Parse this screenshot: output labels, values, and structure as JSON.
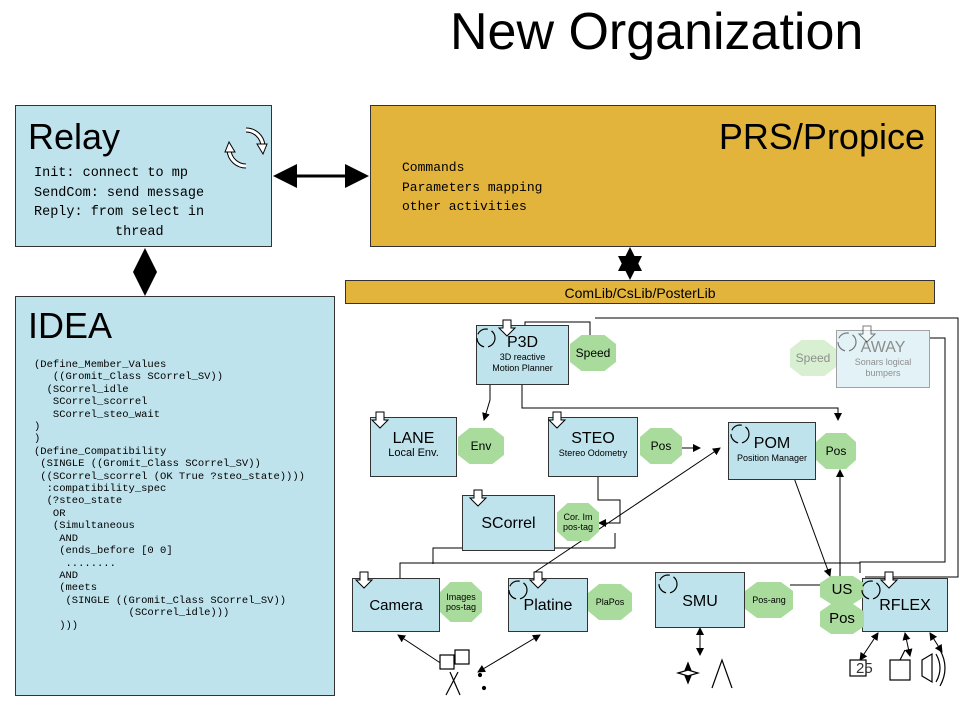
{
  "slide": {
    "title": "New Organization",
    "page_number": "25"
  },
  "relay": {
    "title": "Relay",
    "code": "Init: connect to mp\nSendCom: send message\nReply: from select in\n          thread"
  },
  "prs": {
    "title": "PRS/Propice",
    "code": "Commands\nParameters mapping\nother activities"
  },
  "comlib": {
    "label": "ComLib/CsLib/PosterLib"
  },
  "idea": {
    "title": "IDEA",
    "code": "(Define_Member_Values\n   ((Gromit_Class SCorrel_SV))\n  (SCorrel_idle\n   SCorrel_scorrel\n   SCorrel_steo_wait\n)\n)\n(Define_Compatibility\n (SINGLE ((Gromit_Class SCorrel_SV))\n ((SCorrel_scorrel (OK True ?steo_state))))\n  :compatibility_spec\n  (?steo_state\n   OR\n   (Simultaneous\n    AND\n    (ends_before [0 0]\n     ........\n    AND\n    (meets\n     (SINGLE ((Gromit_Class SCorrel_SV))\n               (SCorrel_idle)))\n    )))"
  },
  "modules": {
    "p3d": {
      "name": "P3D",
      "sub": "3D reactive Motion Planner"
    },
    "away": {
      "name": "AWAY",
      "sub": "Sonars logical bumpers"
    },
    "lane": {
      "name": "LANE",
      "sub": "Local Env."
    },
    "steo": {
      "name": "STEO",
      "sub": "Stereo Odometry"
    },
    "pom": {
      "name": "POM",
      "sub": "Position Manager"
    },
    "scorrel": {
      "name": "SCorrel"
    },
    "camera": {
      "name": "Camera"
    },
    "platine": {
      "name": "Platine"
    },
    "smu": {
      "name": "SMU"
    },
    "rflex": {
      "name": "RFLEX"
    }
  },
  "posters": {
    "speed_p3d": "Speed",
    "speed_away": "Speed",
    "env": "Env",
    "pos_steo": "Pos",
    "pos_pom": "Pos",
    "cor_im": "Cor. Im\npos-tag",
    "images": "Images\npos-tag",
    "plapos": "PlaPos",
    "pos_ang": "Pos-ang",
    "us": "US",
    "pos_rflex": "Pos"
  },
  "colors": {
    "module_fill": "#bfe3ec",
    "supervisor_fill": "#e2b43c",
    "poster_fill": "#a9dc9c"
  },
  "icons": [
    "cycle-arrows-icon",
    "poster-arrow-icon",
    "camera-hardware-icon",
    "compass-icon",
    "wheel-hardware-icon",
    "speaker-hardware-icon"
  ]
}
